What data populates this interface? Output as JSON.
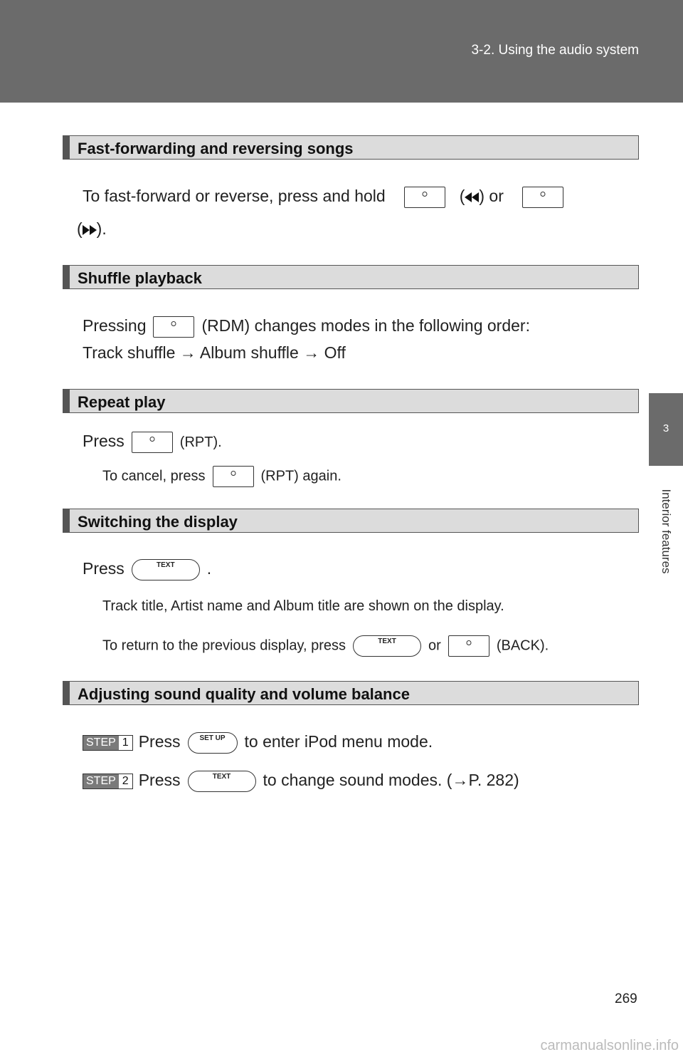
{
  "header": {
    "title": "3-2. Using the audio system"
  },
  "side_tab": {
    "number": "3",
    "label": "Interior features"
  },
  "sections": {
    "ff": {
      "heading": "Fast-forwarding and reversing songs",
      "line1_a": "To  fast-forward  or  reverse,  press  and  hold",
      "line1_b": "(",
      "line1_c": ")  or",
      "line2_a": "(",
      "line2_b": ")."
    },
    "shuffle": {
      "heading": "Shuffle playback",
      "line1_a": "Pressing",
      "line1_b": "(RDM) changes modes in the following order:",
      "line2": "Track shuffle → Album shuffle → Off"
    },
    "repeat": {
      "heading": "Repeat play",
      "line1_a": "Press",
      "line1_b": "(RPT).",
      "line2_a": "To cancel, press",
      "line2_b": "(RPT) again."
    },
    "display": {
      "heading": "Switching the display",
      "line1_a": "Press",
      "line1_b": ".",
      "line2": "Track title, Artist name and Album title are shown on the display.",
      "line3_a": "To return to the previous display, press",
      "line3_b": "or",
      "line3_c": "(BACK)."
    },
    "sound": {
      "heading": "Adjusting sound quality and volume balance",
      "step_label": "STEP",
      "step1_num": "1",
      "step1_a": "Press",
      "step1_b": "to enter iPod menu mode.",
      "step2_num": "2",
      "step2_a": "Press",
      "step2_b": "to change sound modes. (→P. 282)"
    }
  },
  "buttons": {
    "text_label": "TEXT",
    "setup_label": "SET UP"
  },
  "page_number": "269",
  "footer": {
    "url": "carmanualsonline.info"
  }
}
